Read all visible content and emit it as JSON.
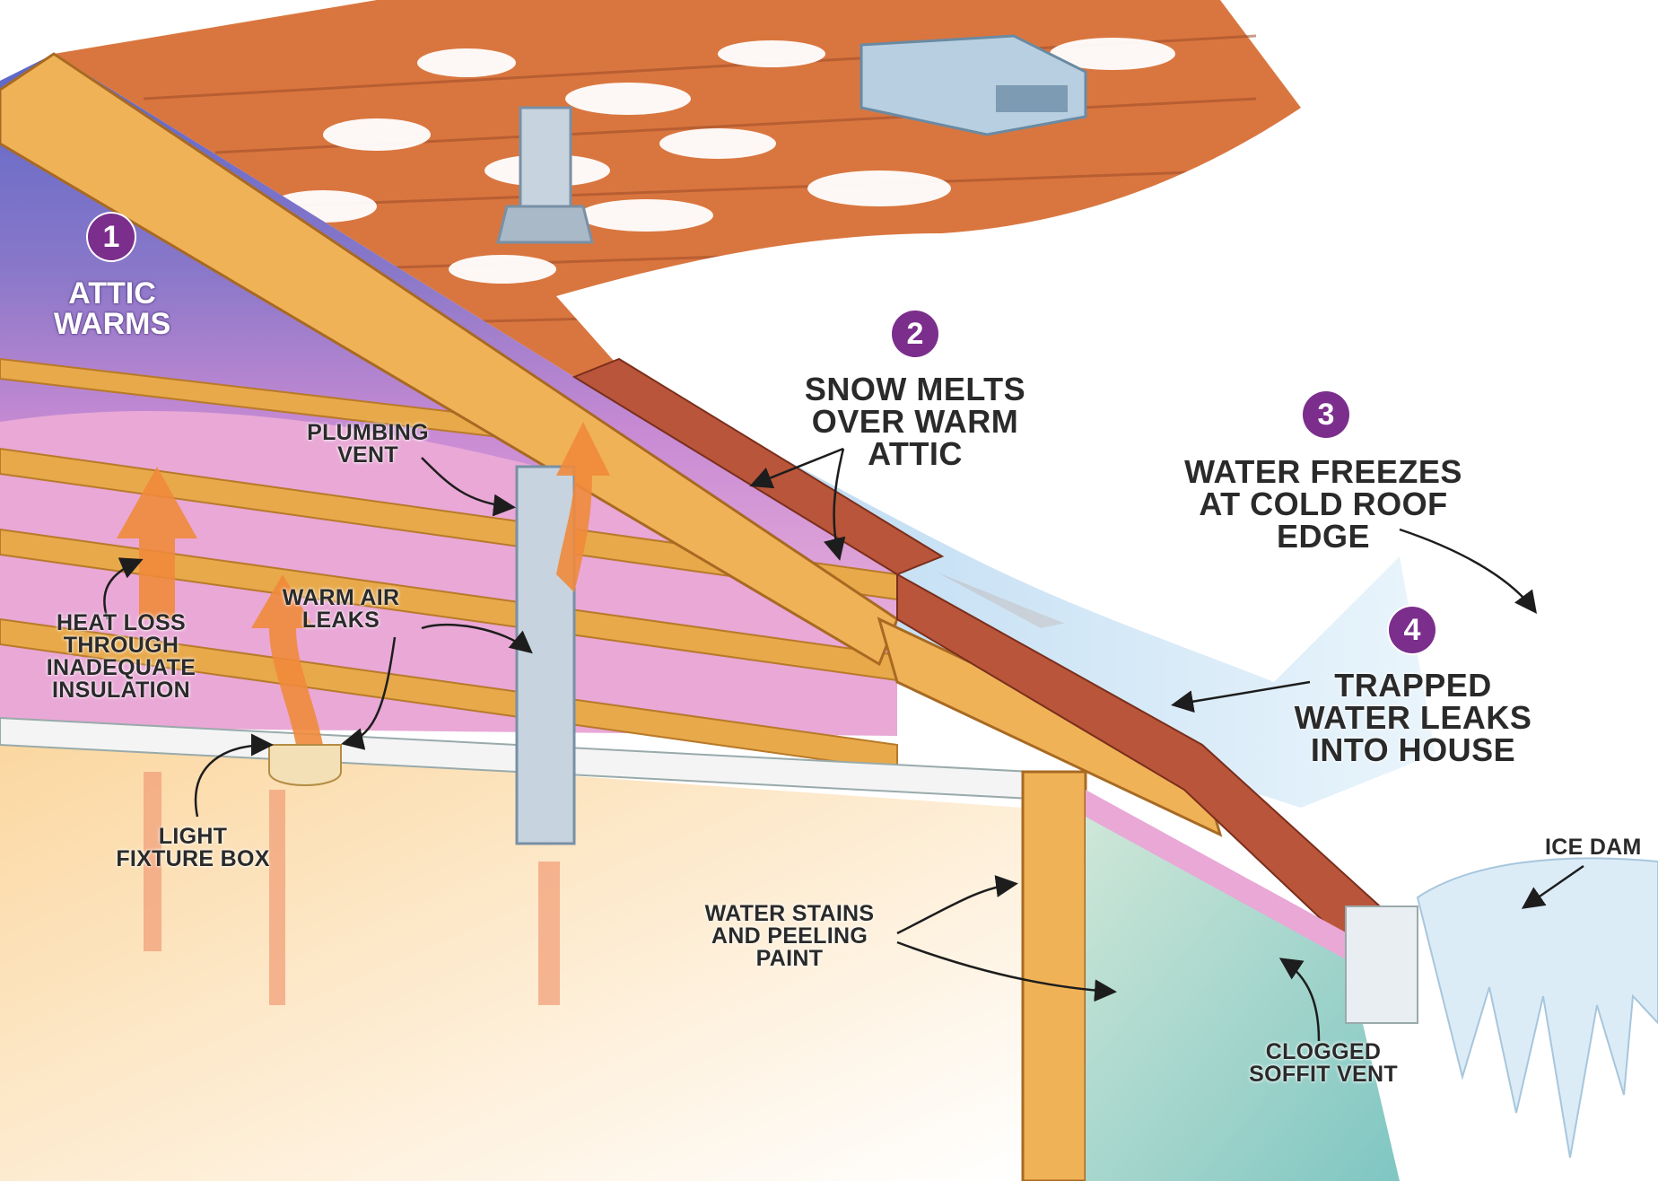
{
  "steps": [
    {
      "number": "1",
      "label": [
        "ATTIC",
        "WARMS"
      ]
    },
    {
      "number": "2",
      "label": [
        "SNOW MELTS",
        "OVER WARM",
        "ATTIC"
      ]
    },
    {
      "number": "3",
      "label": [
        "WATER FREEZES",
        "AT COLD ROOF",
        "EDGE"
      ]
    },
    {
      "number": "4",
      "label": [
        "TRAPPED",
        "WATER LEAKS",
        "INTO HOUSE"
      ]
    }
  ],
  "callouts": {
    "plumbing_vent": [
      "PLUMBING",
      "VENT"
    ],
    "heat_loss": [
      "HEAT LOSS",
      "THROUGH",
      "INADEQUATE",
      "INSULATION"
    ],
    "warm_air_leaks": [
      "WARM AIR",
      "LEAKS"
    ],
    "light_fixture_box": [
      "LIGHT",
      "FIXTURE BOX"
    ],
    "water_stains": [
      "WATER STAINS",
      "AND PEELING",
      "PAINT"
    ],
    "clogged_soffit_vent": [
      "CLOGGED",
      "SOFFIT VENT"
    ],
    "ice_dam": "ICE DAM"
  },
  "colors": {
    "step_badge": "#7b2e8c",
    "shingle": "#b9553a",
    "rafter": "#e8a94a",
    "insulation": "#e9a8d6",
    "snow": "#ffffff",
    "ice": "#cfe6f5",
    "attic_air": "#8a78c9",
    "heat_arrow": "#ef8a3c"
  }
}
